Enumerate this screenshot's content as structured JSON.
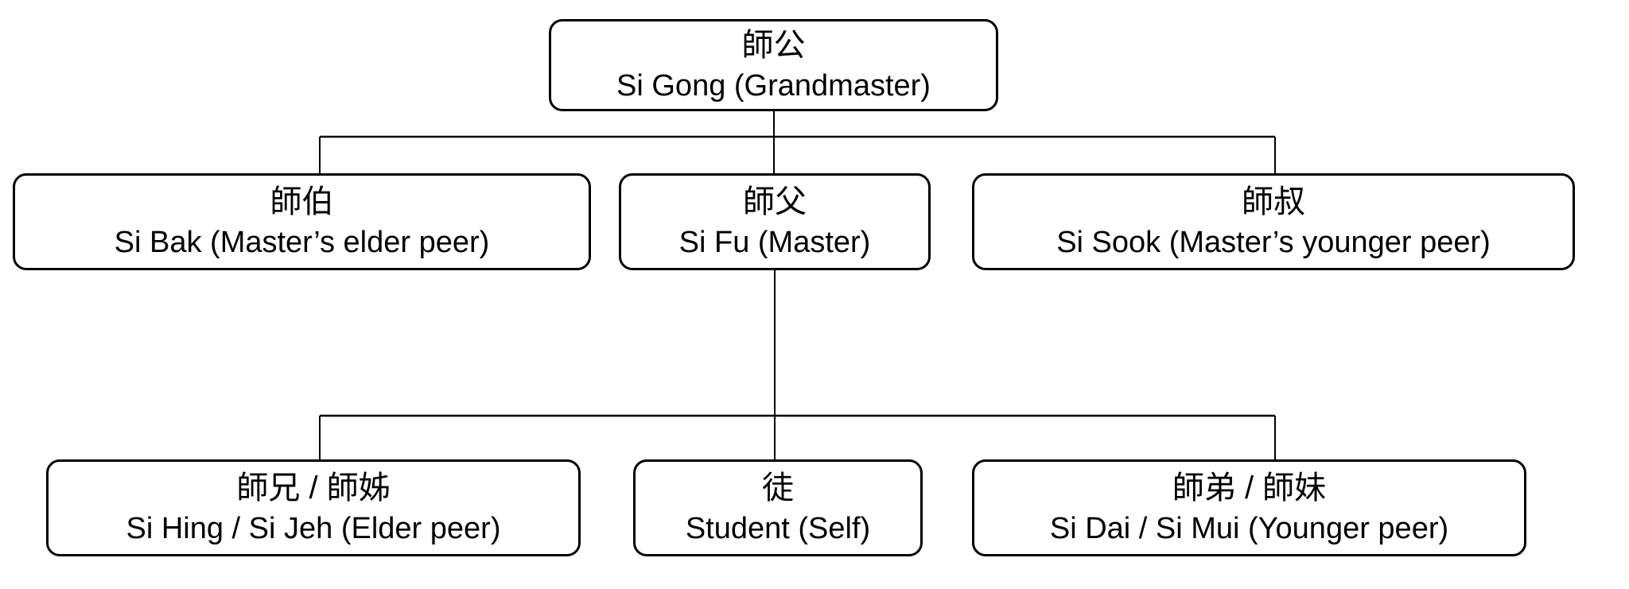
{
  "nodes": {
    "si_gong": {
      "hanzi": "師公",
      "roman": "Si Gong (Grandmaster)"
    },
    "si_bak": {
      "hanzi": "師伯",
      "roman": "Si Bak (Master’s elder peer)"
    },
    "si_fu": {
      "hanzi": "師父",
      "roman": "Si Fu (Master)"
    },
    "si_sook": {
      "hanzi": "師叔",
      "roman": "Si Sook (Master’s younger peer)"
    },
    "si_hing_si_jeh": {
      "hanzi": "師兄 / 師姊",
      "roman": "Si Hing / Si Jeh (Elder peer)"
    },
    "student": {
      "hanzi": "徒",
      "roman": "Student (Self)"
    },
    "si_dai_si_mui": {
      "hanzi": "師弟 / 師妹",
      "roman": "Si Dai / Si Mui (Younger peer)"
    }
  },
  "colors": {
    "line": "#000000",
    "text": "#000000",
    "background": "#ffffff",
    "box_fill": "#ffffff"
  }
}
